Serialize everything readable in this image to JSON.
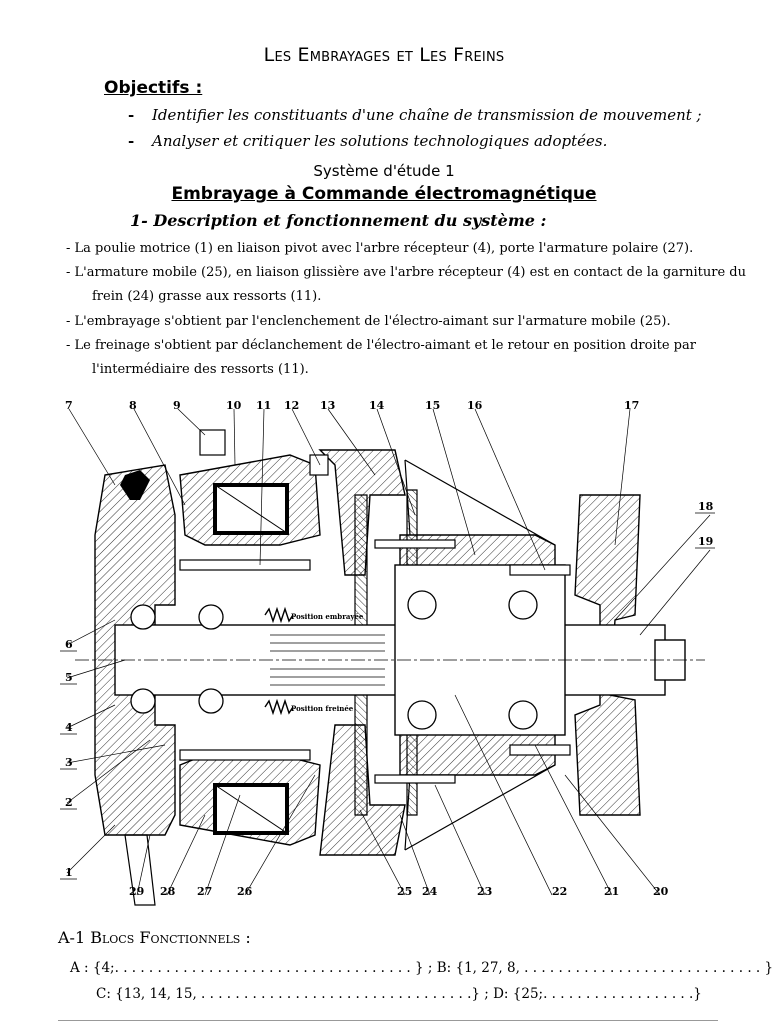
{
  "title": "Les Embrayages et Les Freins",
  "objectives": {
    "heading": "Objectifs :",
    "items": [
      "Identifier les constituants d'une chaîne de transmission de mouvement ;",
      "Analyser et critiquer les solutions technologiques adoptées."
    ],
    "bullet": "-"
  },
  "system_label": "Système d'étude 1",
  "system_title": "Embrayage à Commande électromagnétique",
  "section_title": "1- Description et fonctionnement du système :",
  "description": [
    "- La poulie motrice (1) en liaison pivot avec l'arbre récepteur (4), porte l'armature polaire (27).",
    "- L'armature mobile (25), en liaison glissière ave l'arbre récepteur (4) est en contact de la garniture du",
    "frein (24) grasse aux ressorts (11).",
    "- L'embrayage s'obtient par l'enclenchement de l'électro-aimant sur l'armature mobile (25).",
    "- Le freinage s'obtient par déclanchement de l'électro-aimant et le retour en position droite par",
    "l'intermédiaire des ressorts (11)."
  ],
  "drawing": {
    "top_labels": [
      "7",
      "8",
      "9",
      "10",
      "11",
      "12",
      "13",
      "14",
      "15",
      "16",
      "17"
    ],
    "right_labels": [
      "18",
      "19"
    ],
    "left_labels": [
      "6",
      "5",
      "4",
      "3",
      "2",
      "1"
    ],
    "bottom_labels": [
      "29",
      "28",
      "27",
      "26",
      "25",
      "24",
      "23",
      "22",
      "21",
      "20"
    ],
    "annotation_embraye": "Position embrayée",
    "annotation_freinee": "Position freinée"
  },
  "blocks": {
    "heading": "A-1  Blocs Fonctionnels :",
    "line1": "A : {4;. . . . . . . . . . . . . . . . . . . . . . . . . . . . . . . . . . . } ;   B: {1, 27, 8, . . . . . . . . . . . . . . . . . . . . . . . . . . . . }",
    "line2": "C: {13, 14, 15, . . . . . . . . . . . . . . . . . . . . . . . . . . . . . . . .} ;   D: {25;. . . . . . . . . . . . . . . . . .}"
  }
}
